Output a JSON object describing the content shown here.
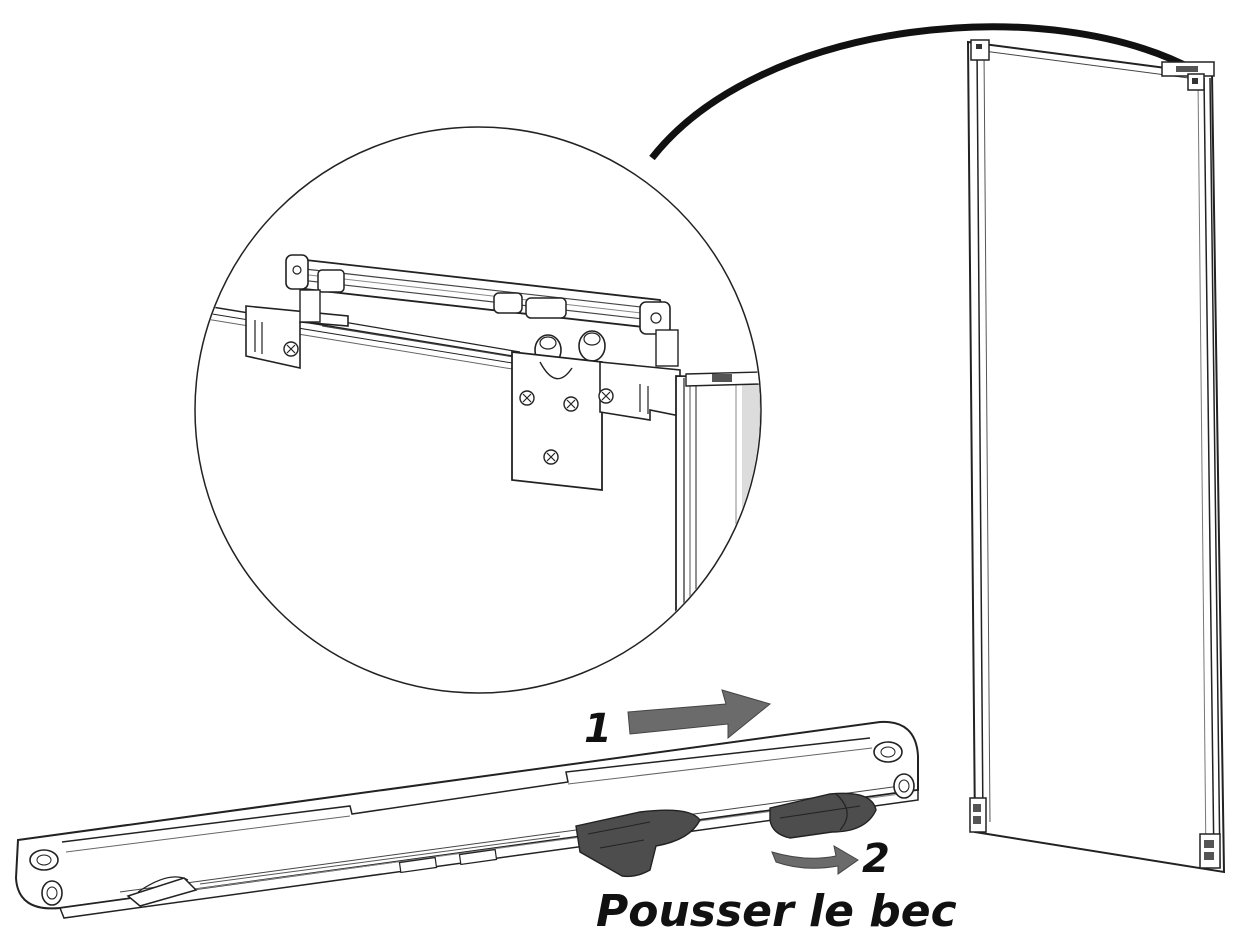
{
  "labels": {
    "step1": "1",
    "step2": "2",
    "instruction": "Pousser le bec"
  },
  "colors": {
    "line": "#222222",
    "arrow": "#6b6b6b",
    "dark_part": "#4d4d4d",
    "light_fill": "#ffffff",
    "glass_shade": "#dcdcdc"
  },
  "icons": {
    "arrow_1": "right-arrow-icon",
    "arrow_2": "curved-arrow-icon"
  }
}
